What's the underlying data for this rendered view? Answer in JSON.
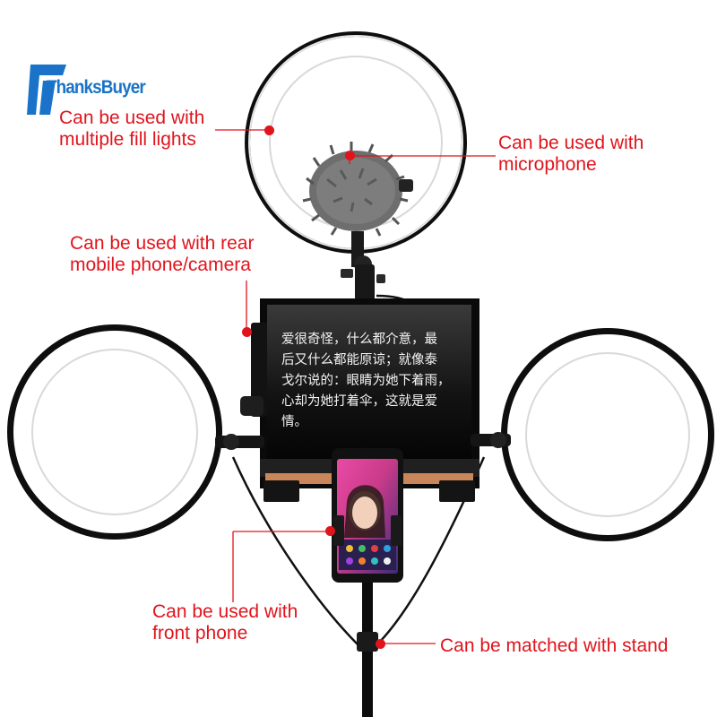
{
  "brand": {
    "logo_text": "ThanksBuyer"
  },
  "callouts": {
    "fill_lights": [
      "Can be used with",
      "multiple fill lights"
    ],
    "microphone": [
      "Can be used with",
      "microphone"
    ],
    "rear_phone": [
      "Can be used with rear",
      "mobile phone/camera"
    ],
    "front_phone": [
      "Can be used with",
      "front phone"
    ],
    "stand": "Can be matched with stand"
  },
  "prompter": {
    "lines": [
      "爱很奇怪，什么都介意，最",
      "后又什么都能原谅；就像泰",
      "戈尔说的：眼睛为她下着雨，",
      "心却为她打着伞，这就是爱",
      "情。"
    ]
  },
  "colors": {
    "callout": "#e0141c",
    "logo": "#1a73c8"
  }
}
